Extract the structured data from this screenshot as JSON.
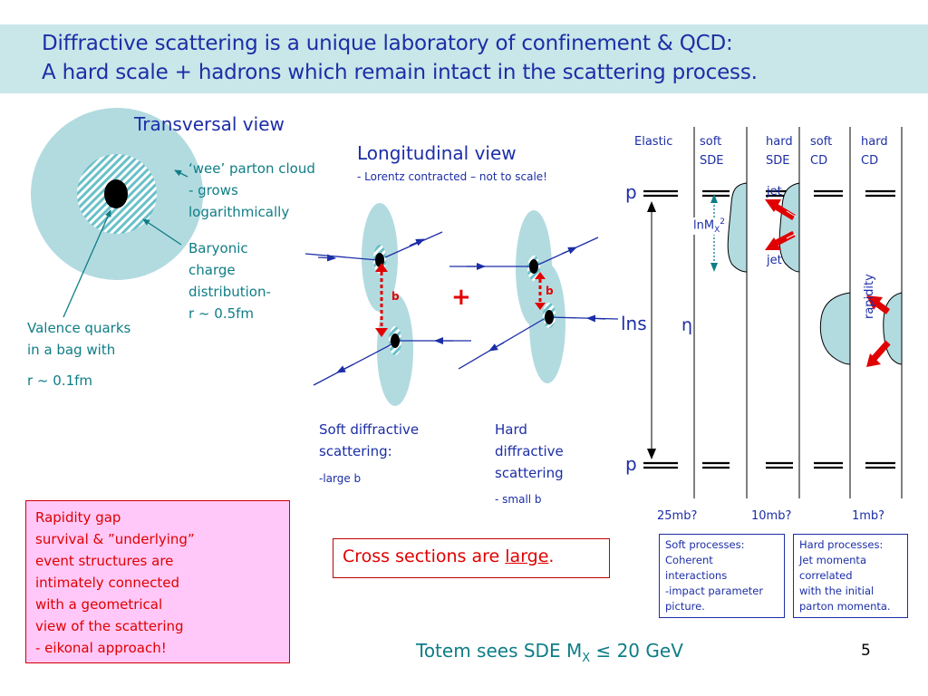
{
  "header": {
    "line1": "Diffractive scattering is a unique laboratory of confinement & QCD:",
    "line2": "A hard scale + hadrons which remain intact in the scattering process."
  },
  "transversal": {
    "title": "Transversal view",
    "wee_lines": [
      "‘wee’ parton cloud",
      "- grows",
      "logarithmically"
    ],
    "baryonic_lines": [
      "Baryonic",
      "charge",
      "distribution-",
      "r ~ 0.5fm"
    ],
    "valence_lines": [
      "Valence quarks",
      "in a bag with"
    ],
    "valence_r": "r ~ 0.1fm"
  },
  "longitudinal": {
    "title": "Longitudinal view",
    "subtitle": "- Lorentz contracted – not to scale!",
    "b_label": "b",
    "plus": "+"
  },
  "soft_diffractive": {
    "lines": [
      "Soft diffractive",
      "scattering:"
    ],
    "note": "-large b"
  },
  "hard_diffractive": {
    "lines": [
      "Hard",
      "diffractive",
      "scattering"
    ],
    "note": "- small b"
  },
  "rapidity_diagram": {
    "columns": [
      {
        "line1": "Elastic",
        "line2": ""
      },
      {
        "line1": "soft",
        "line2": "SDE"
      },
      {
        "line1": "hard",
        "line2": "SDE"
      },
      {
        "line1": "soft",
        "line2": "CD"
      },
      {
        "line1": "hard",
        "line2": "CD"
      }
    ],
    "p_top": "p",
    "p_bottom": "p",
    "lns": "lns",
    "eta": "η",
    "lnmx_base": "lnM",
    "lnmx_sub": "X",
    "lnmx_sup": "2",
    "jet1": "jet",
    "jet2": "jet",
    "rapidity": "rapidity",
    "cross_sections": [
      "25mb?",
      "10mb?",
      "1mb?"
    ]
  },
  "rapidity_gap_box": {
    "lines": [
      "Rapidity gap",
      "survival & ”underlying”",
      "event structures are",
      "intimately connected",
      "with a geometrical",
      "view of the scattering",
      "- eikonal approach!"
    ]
  },
  "cross_sections_box": {
    "text_before": "Cross sections are ",
    "text_underlined": "large",
    "text_after": "."
  },
  "soft_processes_box": {
    "lines": [
      "Soft processes:",
      "Coherent",
      "interactions",
      "-impact parameter",
      "picture."
    ]
  },
  "hard_processes_box": {
    "lines": [
      "Hard processes:",
      "Jet momenta",
      "correlated",
      "with the initial",
      "parton momenta."
    ]
  },
  "footer": {
    "totem_text": "Totem sees SDE M",
    "totem_sub": "X",
    "totem_rest": " ≤ 20 GeV",
    "page_number": "5"
  },
  "colors": {
    "header_bg": "#c9e6e9",
    "light_teal": "#b2dbe0",
    "teal_text": "#0f7d86",
    "blue_text": "#1c2ea6",
    "red": "#e00000",
    "pink_box": "#ffc8f8"
  }
}
